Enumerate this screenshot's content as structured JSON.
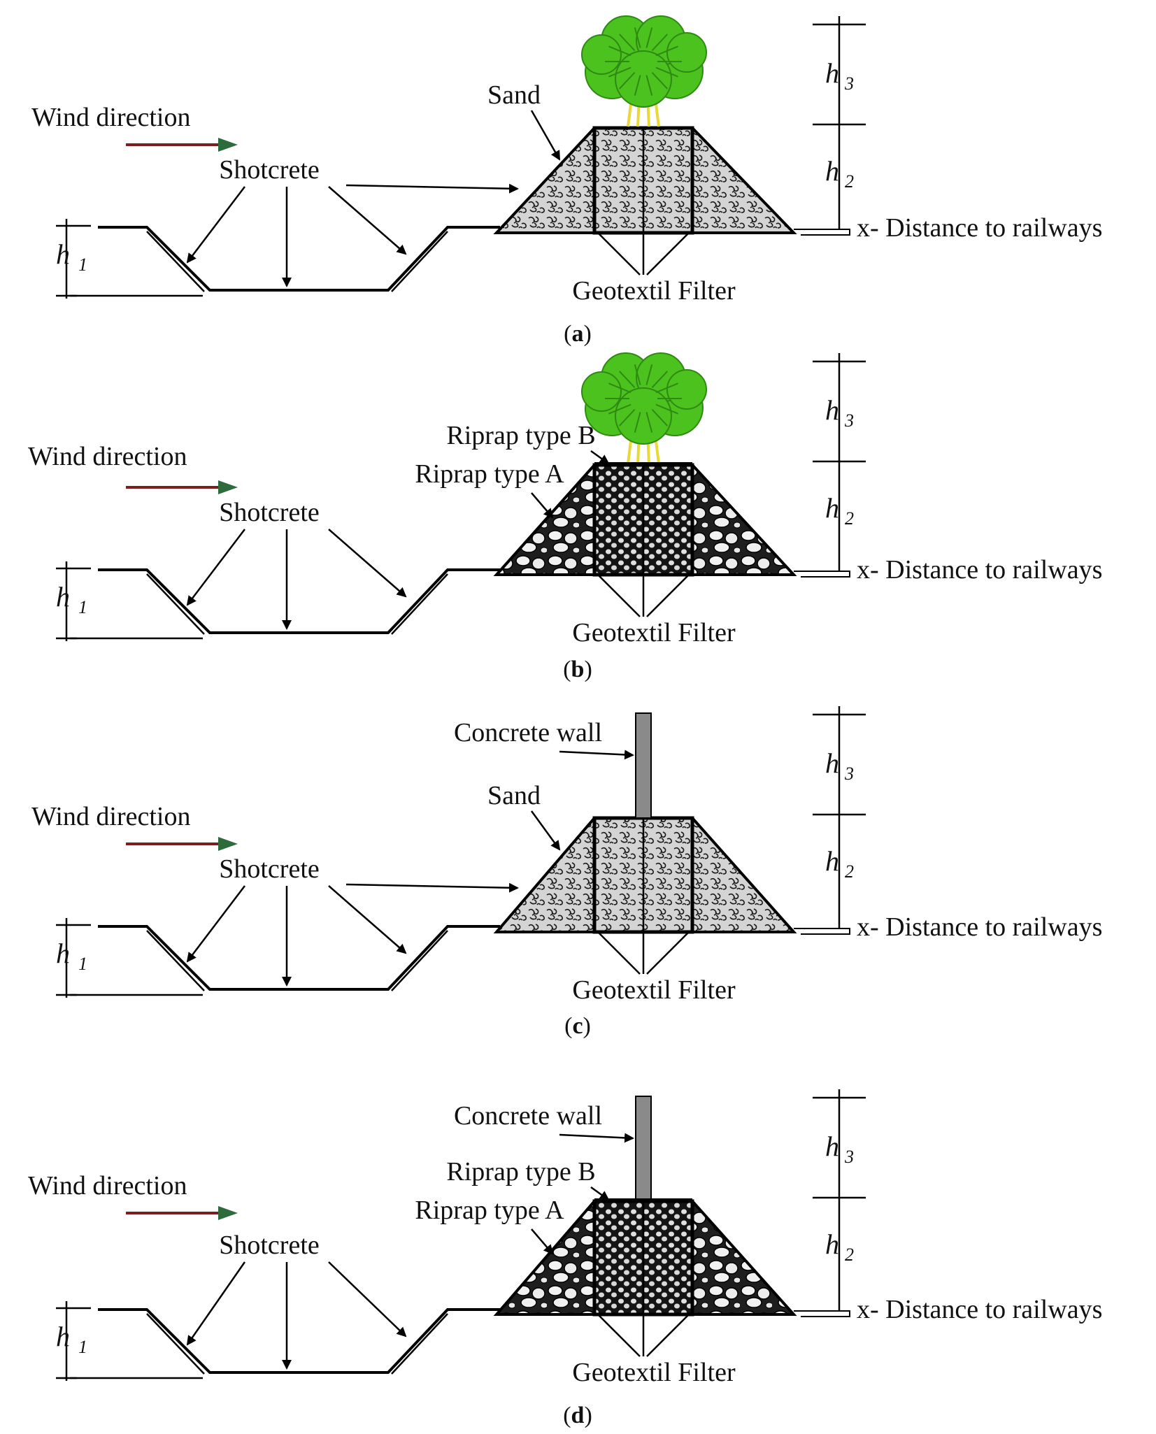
{
  "panels": [
    {
      "id": "a",
      "caption": "a",
      "fill": "sand",
      "top": "trees",
      "labels": {
        "wind": "Wind direction",
        "shotcrete": "Shotcrete",
        "top_material": "Sand",
        "filter": "Geotextil Filter",
        "distance": "x- Distance to railways",
        "h1": "h",
        "h1_sub": "1",
        "h2": "h",
        "h2_sub": "2",
        "h3": "h",
        "h3_sub": "3"
      }
    },
    {
      "id": "b",
      "caption": "b",
      "fill": "riprap",
      "top": "trees",
      "labels": {
        "wind": "Wind direction",
        "shotcrete": "Shotcrete",
        "riprap_b": "Riprap type B",
        "riprap_a": "Riprap type A",
        "filter": "Geotextil Filter",
        "distance": "x- Distance to railways",
        "h1": "h",
        "h1_sub": "1",
        "h2": "h",
        "h2_sub": "2",
        "h3": "h",
        "h3_sub": "3"
      }
    },
    {
      "id": "c",
      "caption": "c",
      "fill": "sand",
      "top": "wall",
      "labels": {
        "wind": "Wind direction",
        "shotcrete": "Shotcrete",
        "wall": "Concrete wall",
        "top_material": "Sand",
        "filter": "Geotextil Filter",
        "distance": "x- Distance to railways",
        "h1": "h",
        "h1_sub": "1",
        "h2": "h",
        "h2_sub": "2",
        "h3": "h",
        "h3_sub": "3"
      }
    },
    {
      "id": "d",
      "caption": "d",
      "fill": "riprap",
      "top": "wall",
      "labels": {
        "wind": "Wind direction",
        "shotcrete": "Shotcrete",
        "wall": "Concrete wall",
        "riprap_b": "Riprap type B",
        "riprap_a": "Riprap type A",
        "filter": "Geotextil Filter",
        "distance": "x- Distance to railways",
        "h1": "h",
        "h1_sub": "1",
        "h2": "h",
        "h2_sub": "2",
        "h3": "h",
        "h3_sub": "3"
      }
    }
  ],
  "colors": {
    "wind_arrow": "#7a1f1f",
    "wind_head": "#2d6b3c",
    "tree_leaf": "#4cc21e",
    "tree_leaf_dark": "#2e8a12",
    "tree_trunk": "#e8d83a",
    "wall": "#8a8a8a",
    "sand_bg": "#d9d9d9",
    "riprap_bg": "#e4e4e4"
  }
}
